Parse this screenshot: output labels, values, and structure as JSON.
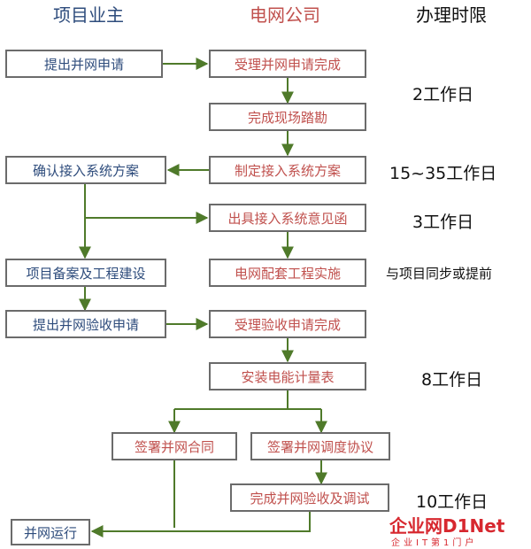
{
  "headers": {
    "owner": "项目业主",
    "grid": "电网公司",
    "time": "办理时限"
  },
  "owner_steps": {
    "apply": "提出并网申请",
    "confirm": "确认接入系统方案",
    "filing": "项目备案及工程建设",
    "acceptance_apply": "提出并网验收申请",
    "operation": "并网运行"
  },
  "grid_steps": {
    "accept_apply": "受理并网申请完成",
    "survey": "完成现场踏勘",
    "plan": "制定接入系统方案",
    "opinion": "出具接入系统意见函",
    "construction": "电网配套工程实施",
    "accept_acceptance": "受理验收申请完成",
    "meter": "安装电能计量表",
    "contract": "签署并网合同",
    "dispatch": "签署并网调度协议",
    "inspection": "完成并网验收及调试"
  },
  "durations": {
    "d1": "2工作日",
    "d2": "15~35工作日",
    "d3": "3工作日",
    "d4": "与项目同步或提前",
    "d5": "8工作日",
    "d6": "10工作日"
  },
  "watermark": {
    "main_a": "企业网",
    "main_b": "D1Net",
    "sub": "企业IT第1门户"
  },
  "colors": {
    "owner_text": "#2e4c7c",
    "grid_text": "#c0504d",
    "arrow": "#4f7a2a"
  }
}
